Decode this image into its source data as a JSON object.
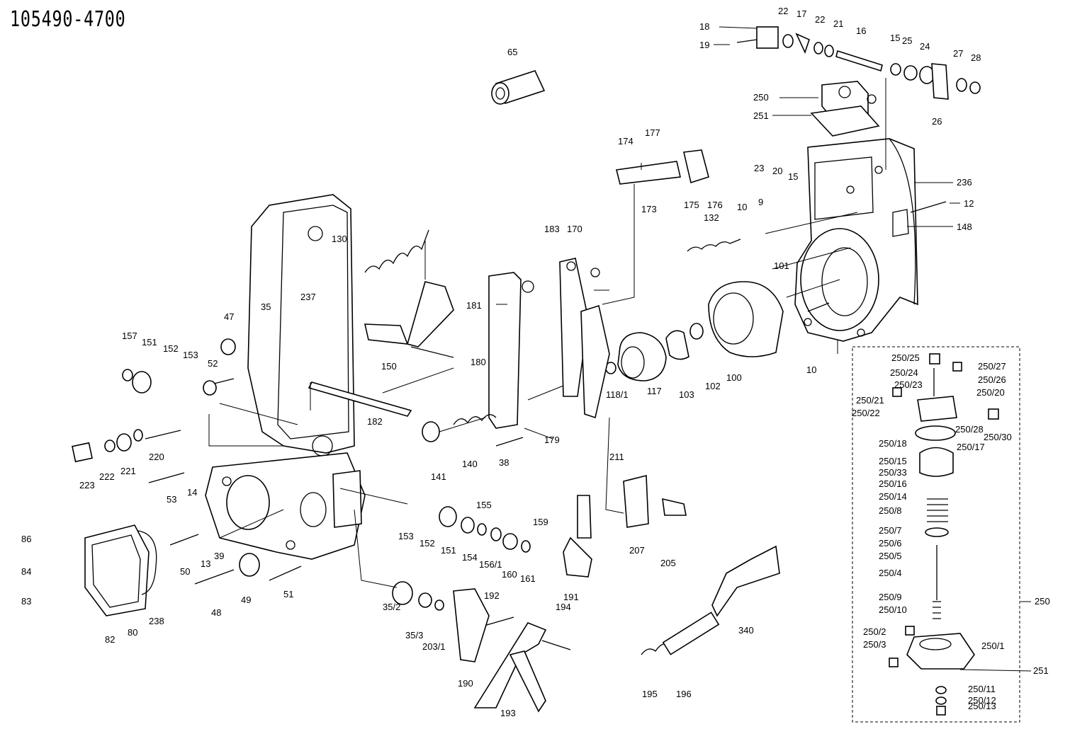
{
  "title": "105490-4700",
  "parts": [
    "10",
    "10",
    "101",
    "102",
    "103",
    "100",
    "117",
    "118/1",
    "9",
    "12",
    "148",
    "236",
    "18",
    "19",
    "22",
    "17",
    "22",
    "21",
    "16",
    "15",
    "25",
    "24",
    "27",
    "28",
    "26",
    "250",
    "251",
    "23",
    "20",
    "15",
    "174",
    "177",
    "173",
    "175",
    "176",
    "132",
    "183",
    "170",
    "181",
    "180",
    "179",
    "130",
    "150",
    "182",
    "47",
    "35",
    "237",
    "157",
    "151",
    "152",
    "153",
    "52",
    "220",
    "223",
    "222",
    "221",
    "53",
    "14",
    "141",
    "140",
    "38",
    "86",
    "84",
    "83",
    "82",
    "80",
    "238",
    "50",
    "13",
    "39",
    "48",
    "49",
    "51",
    "153",
    "152",
    "151",
    "155",
    "154",
    "156/1",
    "160",
    "161",
    "159",
    "191",
    "194",
    "35/2",
    "35/3",
    "203/1",
    "192",
    "190",
    "193",
    "211",
    "207",
    "205",
    "195",
    "196",
    "340",
    "65",
    "250/25",
    "250/27",
    "250/24",
    "250/26",
    "250/23",
    "250/20",
    "250/21",
    "250/22",
    "250/28",
    "250/30",
    "250/18",
    "250/17",
    "250/15",
    "250/33",
    "250/16",
    "250/14",
    "250/8",
    "250/7",
    "250/6",
    "250/5",
    "250/4",
    "250/9",
    "250/10",
    "250/2",
    "250/1",
    "250/3",
    "251",
    "250/11",
    "250/12",
    "250/13",
    "250"
  ]
}
